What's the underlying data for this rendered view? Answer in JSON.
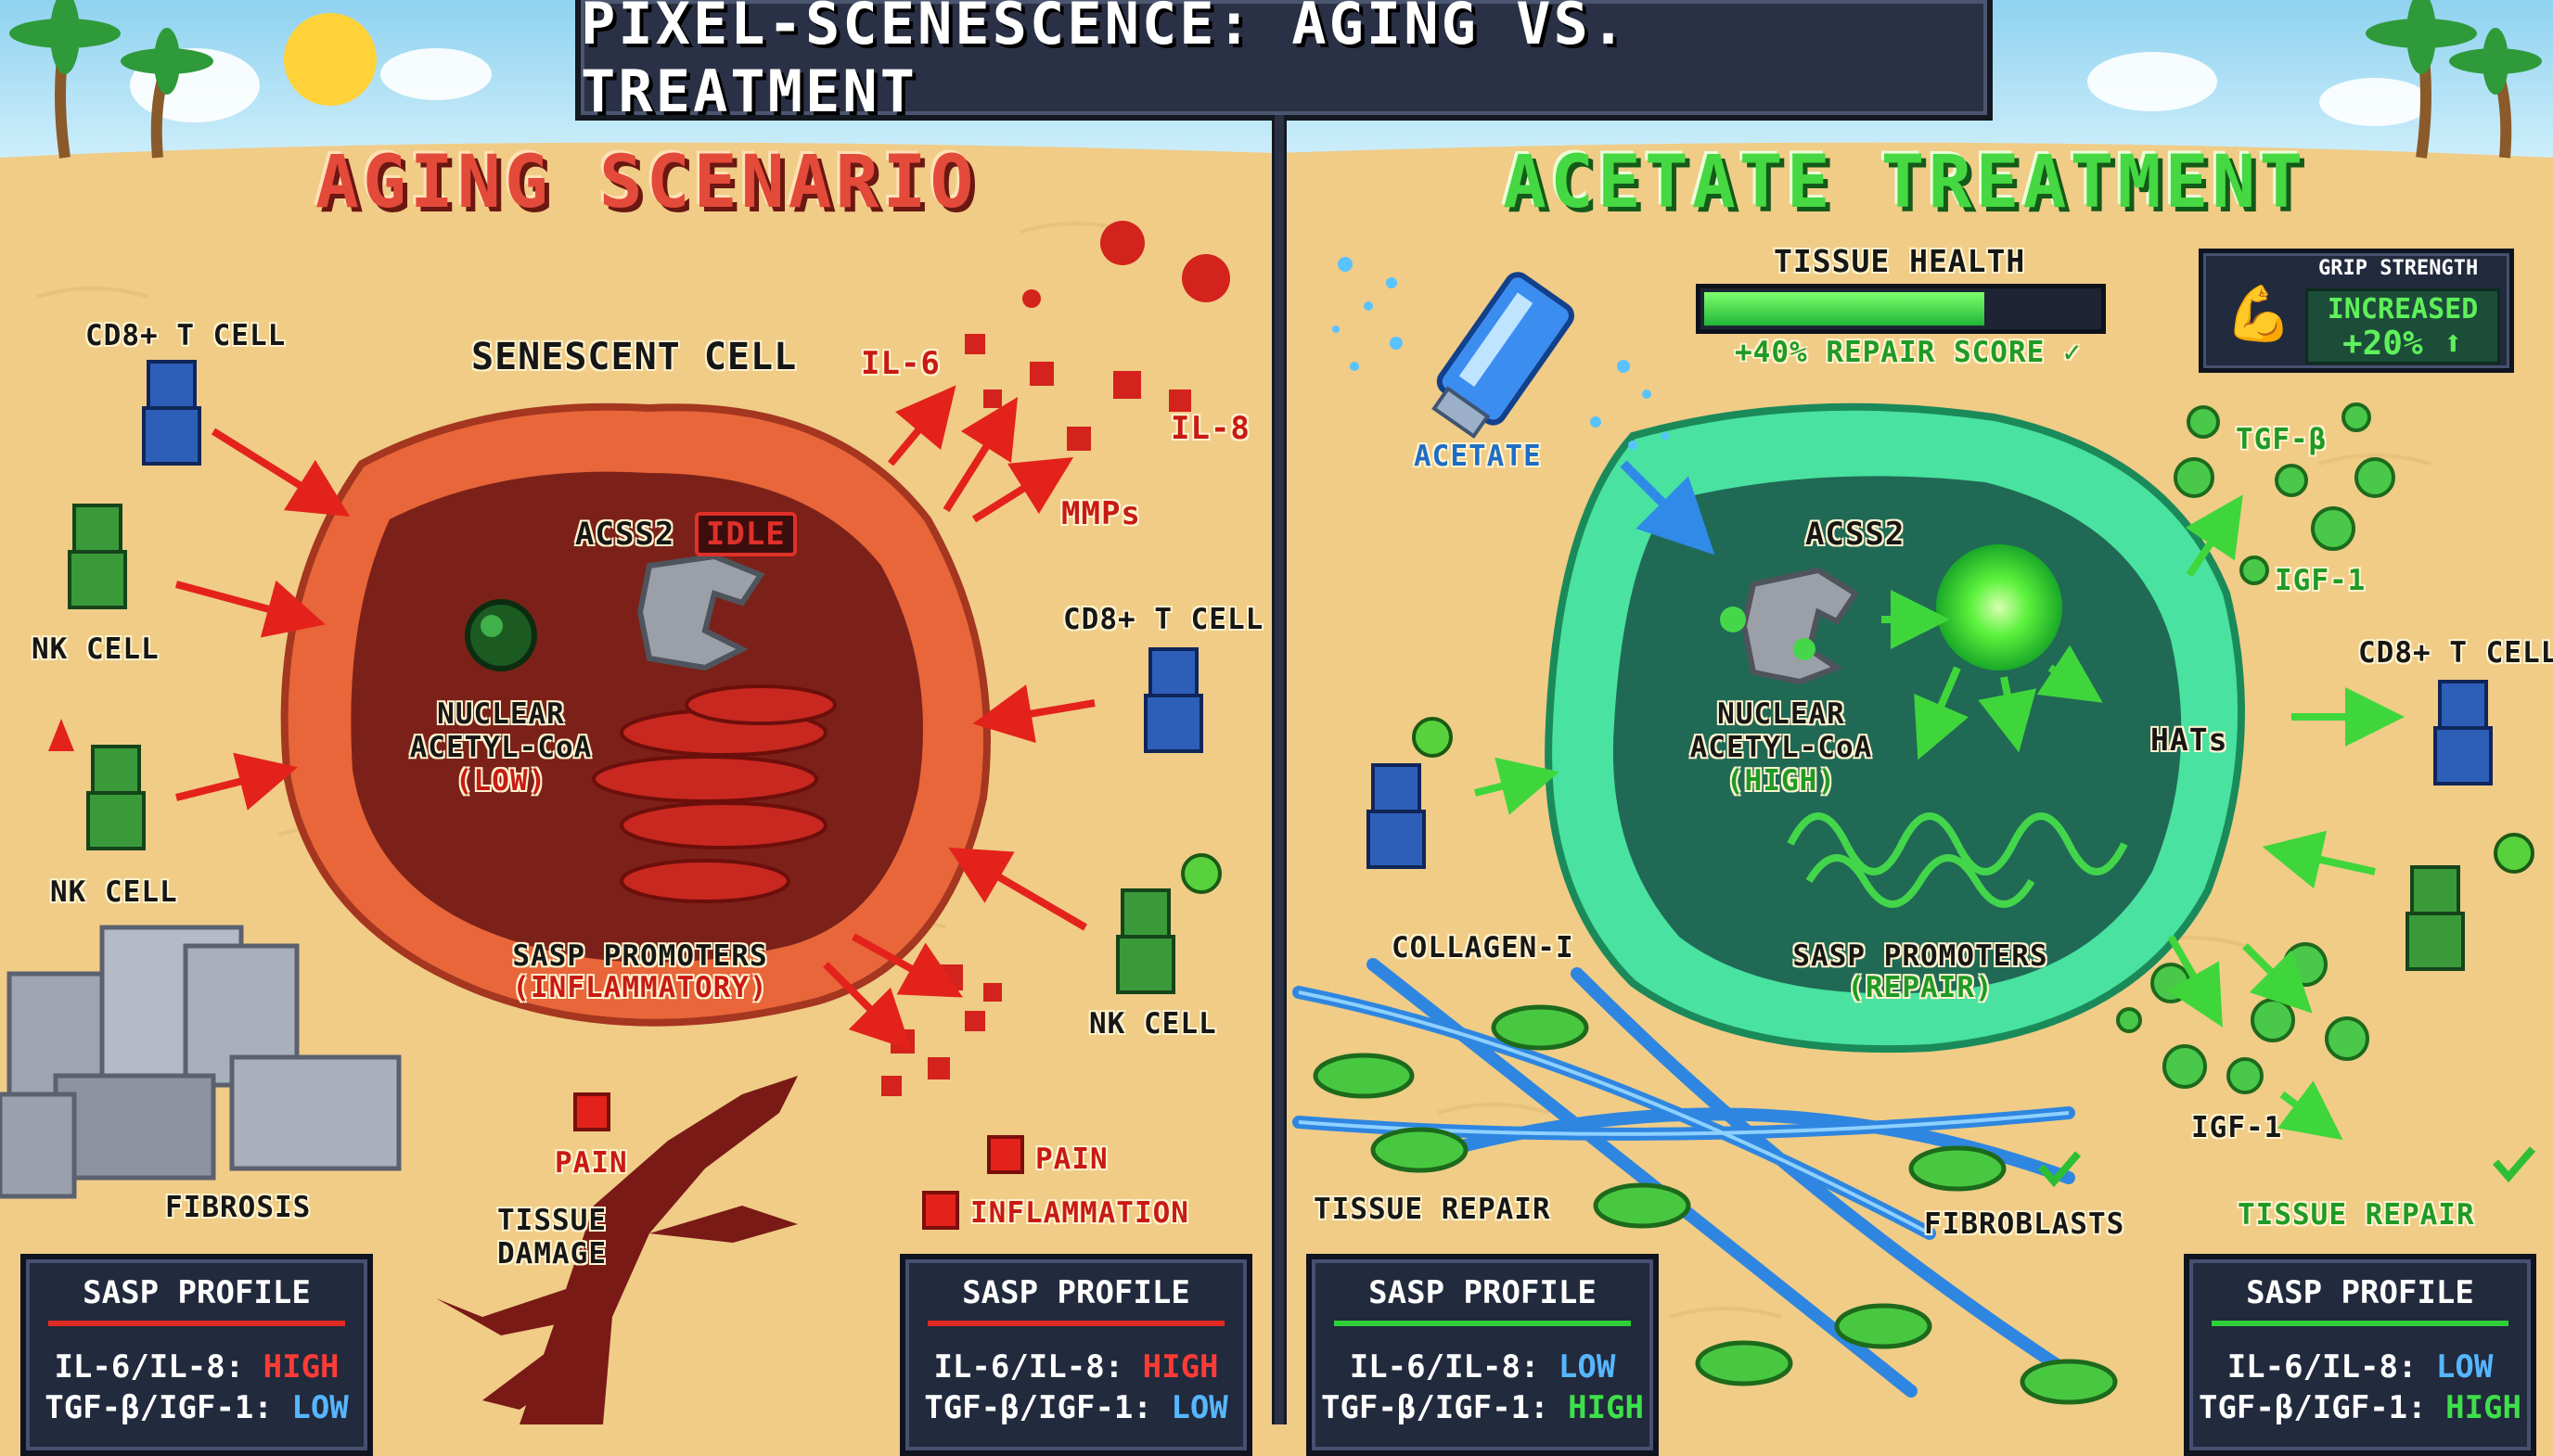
{
  "title": "PIXEL-SCENESCENCE: AGING VS. TREATMENT",
  "colors": {
    "aging_accent": "#e34a3a",
    "treatment_accent": "#45d842",
    "sand": "#f0cc87",
    "sky": "#a8dcf2",
    "panel_bg": "#222a3d",
    "high_text": "#ff3b35",
    "low_text": "#56b6ff",
    "healthy_text": "#3ee04a"
  },
  "aging": {
    "heading": "AGING SCENARIO",
    "cell_label": "SENESCENT CELL",
    "acss2": "ACSS2",
    "acss2_state": "IDLE",
    "nuclear_line1": "NUCLEAR",
    "nuclear_line2": "ACETYL-CoA",
    "nuclear_level": "(LOW)",
    "sasp_line1": "SASP PROMOTERS",
    "sasp_line2": "(INFLAMMATORY)",
    "secreted": [
      "IL-6",
      "IL-8",
      "MMPs"
    ],
    "immune": [
      "CD8+ T CELL",
      "NK CELL",
      "NK CELL",
      "CD8+ T CELL",
      "NK CELL"
    ],
    "fibrosis": "FIBROSIS",
    "tissue_damage_line1": "TISSUE",
    "tissue_damage_line2": "DAMAGE",
    "pain": "PAIN",
    "pain_alert": "PAIN",
    "inflammation": "INFLAMMATION",
    "panel_left": {
      "title": "SASP PROFILE",
      "row1_label": "IL-6/IL-8:",
      "row1_value": "HIGH",
      "row2_label": "TGF-β/IGF-1:",
      "row2_value": "LOW"
    },
    "panel_right": {
      "title": "SASP PROFILE",
      "row1_label": "IL-6/IL-8:",
      "row1_value": "HIGH",
      "row2_label": "TGF-β/IGF-1:",
      "row2_value": "LOW"
    }
  },
  "treatment": {
    "heading": "ACETATE TREATMENT",
    "tissue_health": "TISSUE HEALTH",
    "tissue_health_fill": 0.7,
    "repair_score": "+40% REPAIR SCORE",
    "grip_label": "GRIP STRENGTH",
    "grip_line1": "INCREASED",
    "grip_line2": "+20%",
    "acetate": "ACETATE",
    "acss2": "ACSS2",
    "nuclear_line1": "NUCLEAR",
    "nuclear_line2": "ACETYL-CoA",
    "nuclear_level": "(HIGH)",
    "hats": "HATs",
    "sasp_line1": "SASP PROMOTERS",
    "sasp_line2": "(REPAIR)",
    "secreted_top": [
      "TGF-β",
      "IGF-1"
    ],
    "secreted_bottom": "IGF-1",
    "immune": "CD8+ T CELL",
    "collagen": "COLLAGEN-I",
    "fibroblasts": "FIBROBLASTS",
    "tissue_repair_left": "TISSUE REPAIR",
    "tissue_repair_right": "TISSUE REPAIR",
    "panel_left": {
      "title": "SASP PROFILE",
      "row1_label": "IL-6/IL-8:",
      "row1_value": "LOW",
      "row2_label": "TGF-β/IGF-1:",
      "row2_value": "HIGH"
    },
    "panel_right": {
      "title": "SASP PROFILE",
      "row1_label": "IL-6/IL-8:",
      "row1_value": "LOW",
      "row2_label": "TGF-β/IGF-1:",
      "row2_value": "HIGH"
    }
  }
}
